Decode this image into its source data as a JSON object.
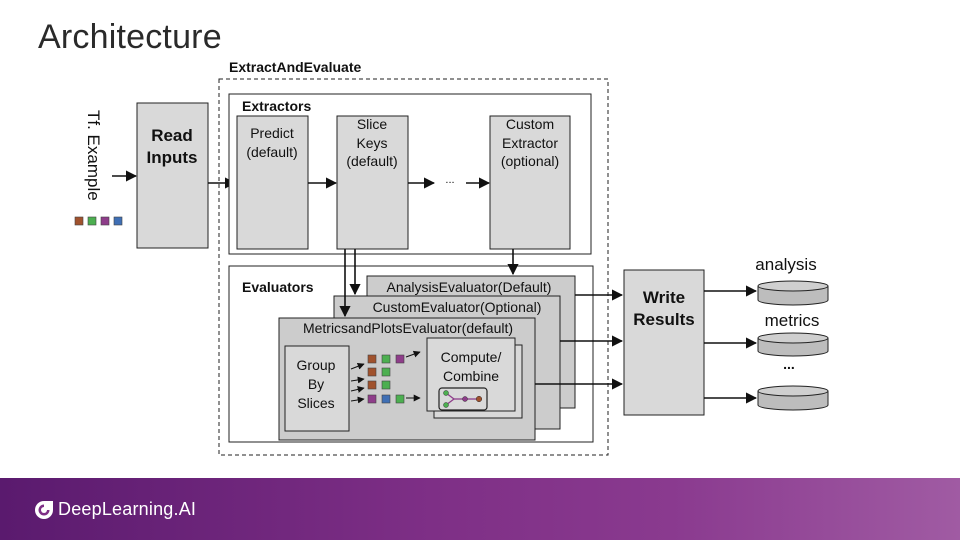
{
  "slide": {
    "title": "Architecture"
  },
  "diagram": {
    "input_label": "Tf. Example",
    "read_inputs": [
      "Read",
      "Inputs"
    ],
    "extract_and_evaluate": "ExtractAndEvaluate",
    "extractors": {
      "title": "Extractors",
      "predict": [
        "Predict",
        "(default)"
      ],
      "slice_keys": [
        "Slice",
        "Keys",
        "(default)"
      ],
      "ellipsis": "...",
      "custom": [
        "Custom",
        "Extractor",
        "(optional)"
      ]
    },
    "evaluators": {
      "title": "Evaluators",
      "analysis": "AnalysisEvaluator(Default)",
      "custom": "CustomEvaluator(Optional)",
      "metrics_plots": "MetricsandPlotsEvaluator(default)",
      "group_by": [
        "Group",
        "By",
        "Slices"
      ],
      "compute": [
        "Compute/",
        "Combine"
      ]
    },
    "write_results": [
      "Write",
      "Results"
    ],
    "outputs": [
      "analysis",
      "metrics",
      "..."
    ],
    "colors": {
      "brown": "#a0522d",
      "green": "#4caf50",
      "purple": "#8e3d8a",
      "blue": "#3f6fb5",
      "box": "#d9d9d9"
    }
  },
  "footer": {
    "brand": "DeepLearning.AI"
  }
}
